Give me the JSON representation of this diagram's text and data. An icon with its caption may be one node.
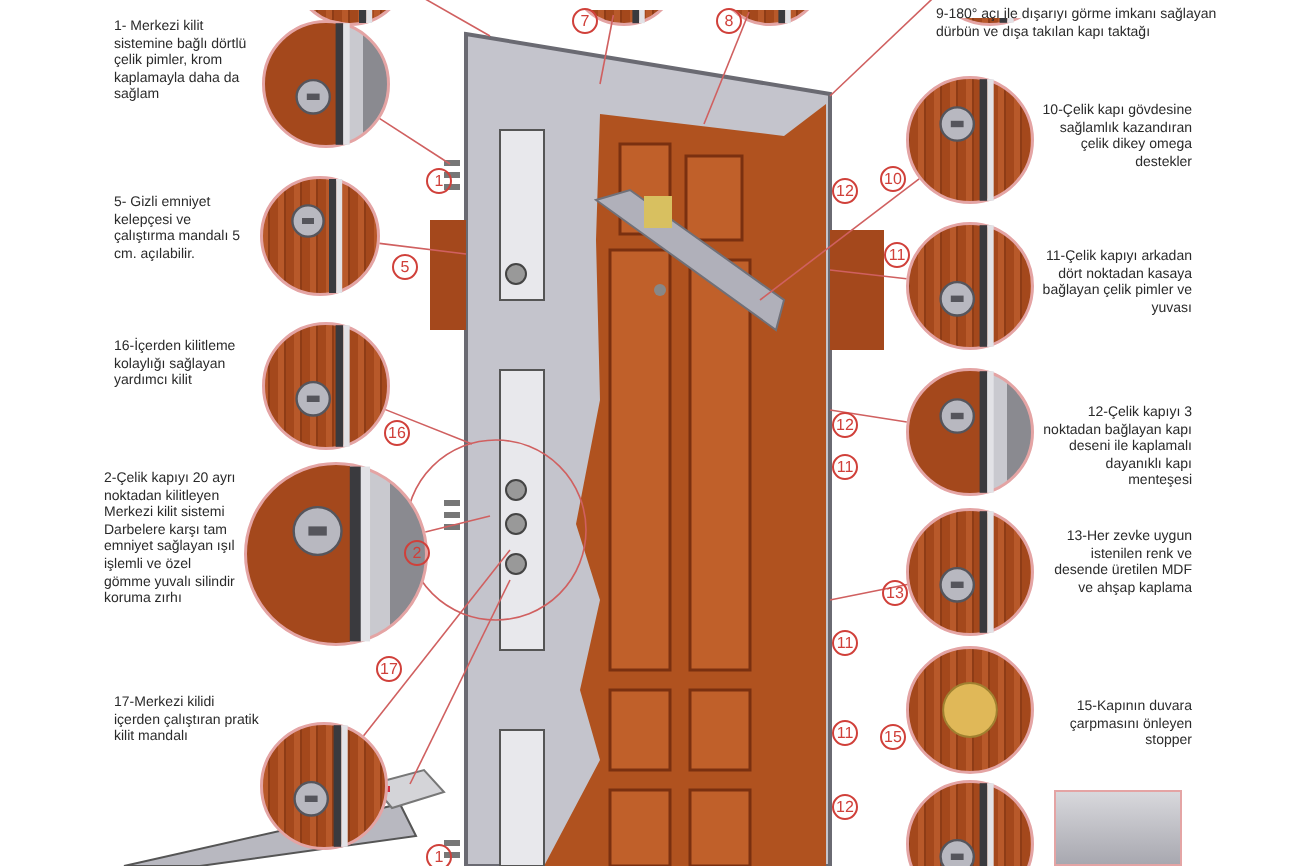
{
  "diagram": {
    "nodes": [
      {
        "text": [],
        "shape": "picture"
      },
      {
        "text": [],
        "shape": "picture"
      },
      {
        "text": [],
        "shape": "picture"
      },
      {
        "text": [],
        "shape": "picture",
        "beside": [
          "9-180° açı ile dışarıyı görme imkanı sağlayan dürbün ve dışa takılan kapı taktağı"
        ]
      },
      {
        "text": [],
        "shape": "picture",
        "beside": [
          "1- Merkezi kilit sistemine bağlı dörtlü çelik pimler, krom kaplamayla daha da sağlam"
        ]
      },
      {
        "text": [],
        "shape": "picture",
        "beside": [
          "5- Gizli emniyet kelepçesi ve çalıştırma mandalı 5 cm. açılabilir."
        ]
      },
      {
        "text": [],
        "shape": "picture",
        "beside": [
          "16-İçerden kilitleme kolaylığı sağlayan yardımcı kilit"
        ]
      },
      {
        "text": [],
        "shape": "picture",
        "beside": [
          "2-Çelik kapıyı 20 ayrı noktadan kilitleyen Merkezi kilit sistemi Darbelere karşı tam emniyet sağlayan ışıl işlemli ve özel gömme yuvalı silindir koruma zırhı"
        ]
      },
      {
        "text": [],
        "shape": "picture",
        "beside": [
          "17-Merkezi kilidi içerden çalıştıran pratik kilit mandalı"
        ]
      },
      {
        "text": [],
        "shape": "picture",
        "beside": [
          "10-Çelik kapı gövdesine sağlamlık kazandıran çelik dikey omega destekler"
        ]
      },
      {
        "text": [],
        "shape": "picture",
        "beside": [
          "11-Çelik kapıyı arkadan dört noktadan kasaya bağlayan çelik pimler ve yuvası"
        ]
      },
      {
        "text": [],
        "shape": "picture",
        "beside": [
          "12-Çelik kapıyı 3 noktadan bağlayan kapı deseni ile kaplamalı dayanıklı kapı menteşesi"
        ]
      },
      {
        "text": [],
        "shape": "picture",
        "beside": [
          "13-Her zevke uygun istenilen renk ve desende üretilen MDF ve ahşap kaplama"
        ]
      },
      {
        "text": [],
        "shape": "picture",
        "beside": [
          "15-Kapının duvara çarpmasını önleyen stopper"
        ]
      },
      {
        "text": [],
        "shape": "picture"
      },
      {
        "text": [],
        "shape": "picture"
      },
      {
        "text": [],
        "shape": "picture"
      },
      {
        "text": [],
        "shape": "picture"
      }
    ],
    "edges": [
      {
        "from": 0,
        "to": 16,
        "arrow": "none"
      },
      {
        "from": 1,
        "to": 16,
        "arrow": "none"
      },
      {
        "from": 2,
        "to": 16,
        "arrow": "none"
      },
      {
        "from": 3,
        "to": 16,
        "arrow": "none"
      },
      {
        "from": 4,
        "to": 16,
        "arrow": "none"
      },
      {
        "from": 5,
        "to": 16,
        "arrow": "none"
      },
      {
        "from": 6,
        "to": 16,
        "arrow": "none"
      },
      {
        "from": 7,
        "to": 16,
        "arrow": "none"
      },
      {
        "from": 8,
        "to": 16,
        "arrow": "none"
      },
      {
        "from": 9,
        "to": 16,
        "arrow": "none"
      },
      {
        "from": 10,
        "to": 16,
        "arrow": "none"
      },
      {
        "from": 11,
        "to": 16,
        "arrow": "none"
      },
      {
        "from": 12,
        "to": 16,
        "arrow": "none"
      },
      {
        "from": 16,
        "to": 17,
        "arrow": "none"
      }
    ],
    "labels": [
      "7",
      "8",
      "1",
      "5",
      "12",
      "10",
      "11",
      "16",
      "12",
      "11",
      "2",
      "17",
      "11",
      "13",
      "11",
      "15",
      "12",
      "1"
    ]
  }
}
